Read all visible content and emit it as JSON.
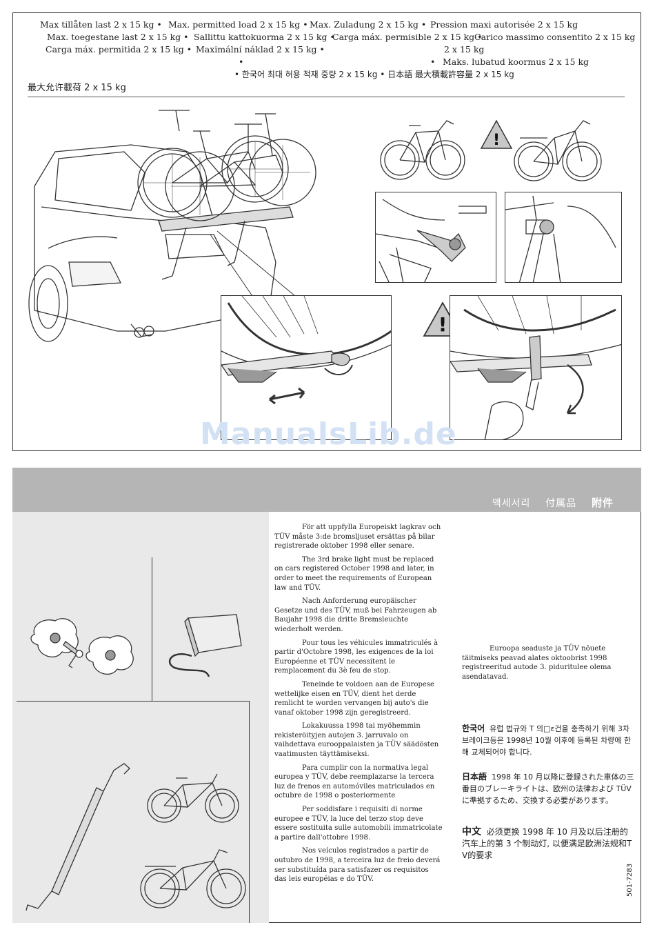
{
  "load_text": {
    "row1": [
      "Max tillåten last 2 x 15 kg  •",
      "Max. permitted load  2 x 15 kg  •",
      "Max. Zuladung  2 x 15 kg  •",
      "Pression maxi autorisée 2 x 15 kg"
    ],
    "row2": [
      "Max. toegestane last 2 x 15 kg  •",
      "Sallittu kattokuorma 2 x 15 kg  •",
      "Carga máx. permisible 2 x 15 kg  •",
      "Carico massimo consentito 2 x 15 kg"
    ],
    "row3": [
      "Carga máx. permitida 2 x 15 kg  •",
      "Maximální náklad 2 x 15 kg  •",
      "2 x 15 kg"
    ],
    "row4": [
      "•",
      "•",
      "Maks. lubatud koormus 2 x 15 kg"
    ],
    "row5": "• 한국어  최대 허용 적재 중량 2 x 15 kg • 日本語  最大積載許容量   2 x 15 kg",
    "zh": "最大允许載荷 2 x 15 kg"
  },
  "watermark": "ManualsLib.de",
  "accessories": {
    "title_ko": "액세서리",
    "title_ja": "付属品",
    "title_zh": "附件"
  },
  "brake_light_text": [
    "För att uppfylla Europeiskt lagkrav och TÜV måste 3:de bromsljuset ersättas på bilar registrerade oktober 1998 eller senare.",
    "The 3rd brake light must be replaced on cars registered October 1998 and later, in order to meet the requirements of European law and TÜV.",
    "Nach Anforderung europäischer Gesetze und des TÜV, muß bei Fahrzeugen ab Baujahr 1998 die dritte Bremsleuchte wiederholt werden.",
    "Pour tous les véhicules immatriculés à partir d'Octobre 1998, les exigences de la loi Européenne et TÜV necessitent le remplacement du 3è feu de stop.",
    "Teneinde te voldoen aan de Europese wettelijke eisen en TÜV, dient het derde remlicht te worden vervangen bij auto's die vanaf oktober 1998 zijn geregistreerd.",
    "Lokakuussa 1998 tai myöhemmin rekisteröityjen autojen 3. jarruvalo on vaihdettava eurooppalaisten ja TÜV säädösten vaatimusten täyttämiseksi.",
    "Para cumplir con la normativa legal europea y TÜV, debe reemplazarse la tercera luz de frenos en automóviles matriculados en octubre de 1998 o posteriormente",
    "Per soddisfare i requisiti di norme europee e TÜV, la luce del terzo stop deve essere sostituita sulle automobili immatricolate a partire dall'ottobre 1998.",
    "Nos veículos registrados a partir de outubro de 1998, a terceira luz de freio deverá ser substituída para satisfazer os requisitos das leis européias e do TÜV."
  ],
  "estonian": "Euroopa seaduste ja TÜV nõuete täitmiseks peavad alates oktoobrist 1998 registreeritud autode 3. piduritulee olema asendatavad.",
  "korean": {
    "lang": "한국어",
    "text": "유럽 법규와   T 의□ε건을 충족하기 위해 3차 브레이크등은 1998년 10월 이후에 등록된 차량에 한해 교체되어야 합니다."
  },
  "japanese": {
    "lang": "日本語",
    "text": "1998 年 10 月以降に登録された車体の三番目のブレーキライトは、欧州の法律および TÜV に準拠するため、交換する必要があります。"
  },
  "chinese": {
    "lang": "中文",
    "text": "必须更换 1998 年 10 月及以后注册的汽车上的第 3 个制动灯, 以便满足欧洲法规和T V的要求"
  },
  "doc_code": "501-7283",
  "colors": {
    "band": "#b5b5b5",
    "column": "#e9e9e9",
    "warning": "#c8c8c8"
  }
}
